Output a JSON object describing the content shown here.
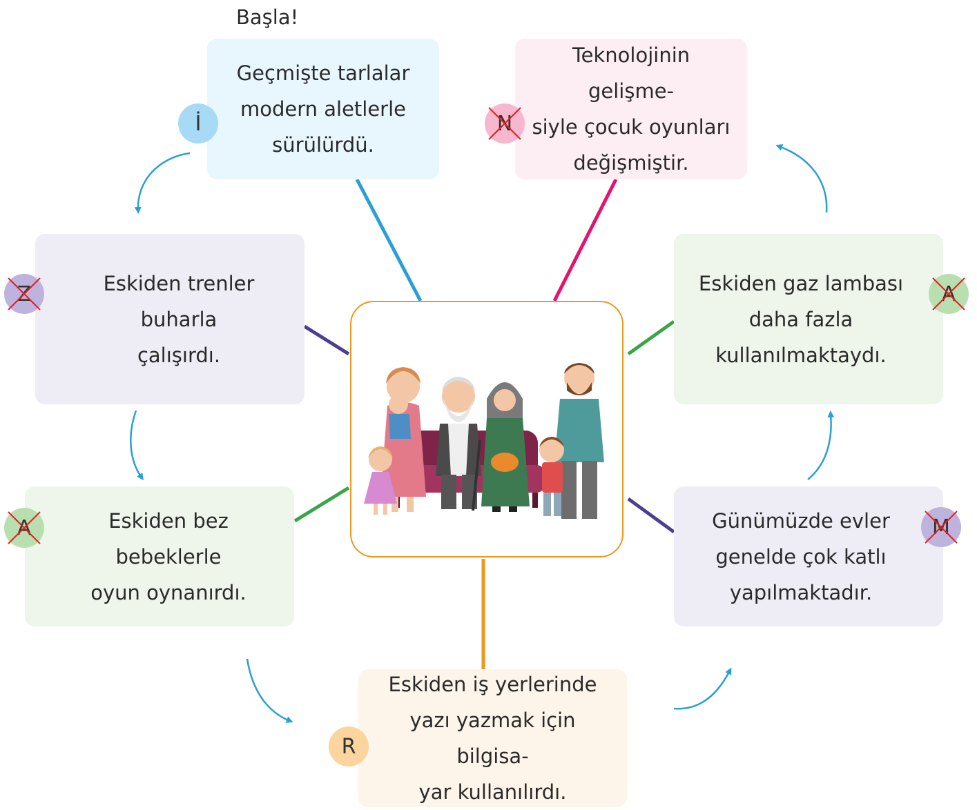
{
  "start_label": "Başla!",
  "colors": {
    "blue": "#2a9fd6",
    "pink": "#e5136f",
    "purple": "#4c3f8f",
    "green": "#3aa548",
    "orange": "#f0961e",
    "cross": "#e02020"
  },
  "cards": [
    {
      "id": "blue",
      "lines": [
        "Geçmişte tarlalar",
        "modern aletlerle",
        "sürülürdü."
      ],
      "letter": "İ",
      "crossed": false,
      "bg": "#e8f6fd",
      "badge_color": "#a7daf4"
    },
    {
      "id": "pink",
      "lines": [
        "Teknolojinin gelişme-",
        "siyle çocuk oyunları",
        "değişmiştir."
      ],
      "letter": "N",
      "crossed": true,
      "bg": "#fdeef3",
      "badge_color": "#f6b7cf"
    },
    {
      "id": "purple_left",
      "lines": [
        "Eskiden trenler buharla",
        "çalışırdı."
      ],
      "letter": "Z",
      "crossed": true,
      "bg": "#eeedf6",
      "badge_color": "#bdb3dc"
    },
    {
      "id": "green_right",
      "lines": [
        "Eskiden gaz lambası",
        "daha fazla",
        "kullanılmaktaydı."
      ],
      "letter": "A",
      "crossed": true,
      "bg": "#eef6ec",
      "badge_color": "#b9dfb0"
    },
    {
      "id": "green_left",
      "lines": [
        "Eskiden bez bebeklerle",
        "oyun oynanırdı."
      ],
      "letter": "A",
      "crossed": true,
      "bg": "#eef6ec",
      "badge_color": "#b9dfb0"
    },
    {
      "id": "purple_right",
      "lines": [
        "Günümüzde evler",
        "genelde çok katlı",
        "yapılmaktadır."
      ],
      "letter": "M",
      "crossed": true,
      "bg": "#eeedf6",
      "badge_color": "#bdb3dc"
    },
    {
      "id": "orange",
      "lines": [
        "Eskiden iş yerlerinde",
        "yazı yazmak için bilgisa-",
        "yar kullanılırdı."
      ],
      "letter": "R",
      "crossed": false,
      "bg": "#fef5ea",
      "badge_color": "#fcd49e"
    }
  ]
}
